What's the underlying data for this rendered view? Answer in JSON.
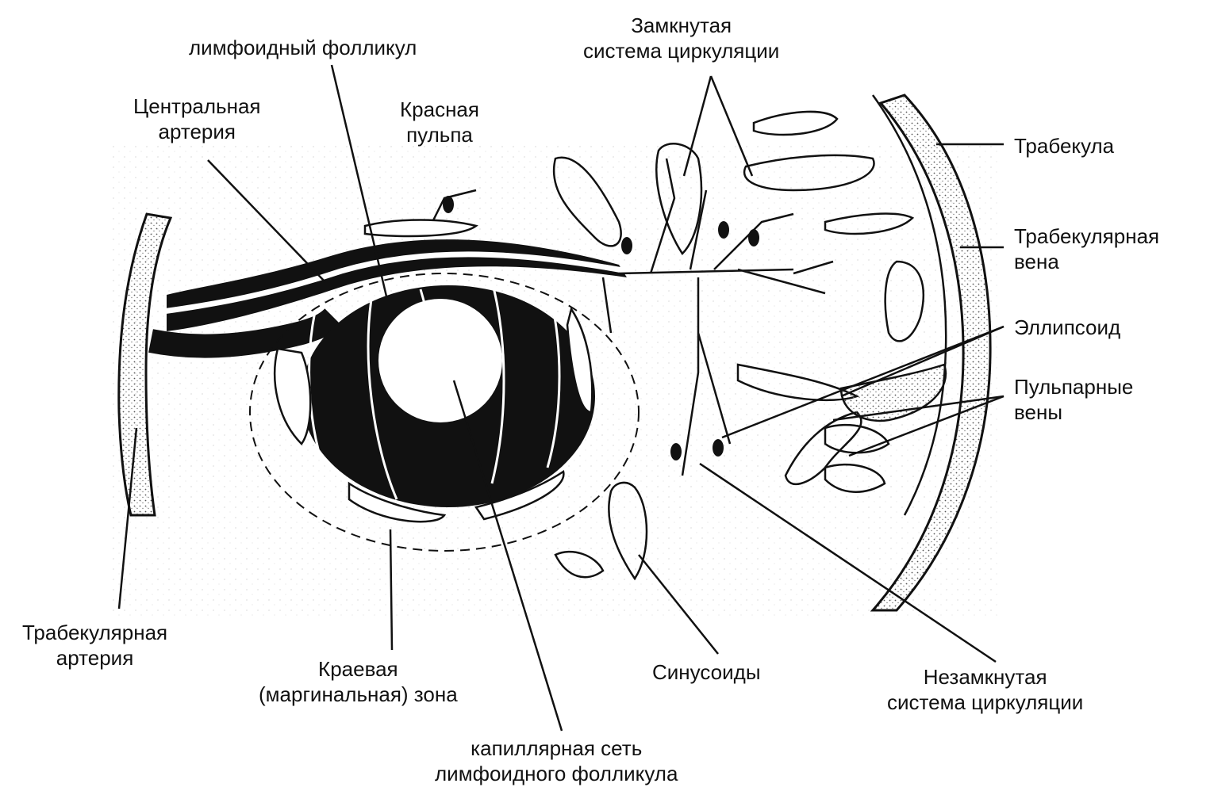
{
  "labels": {
    "lymphoid_follicle": "лимфоидный фолликул",
    "central_artery": [
      "Центральная",
      "артерия"
    ],
    "red_pulp": [
      "Красная",
      "пульпа"
    ],
    "closed_circulation": [
      "Замкнутая",
      "система циркуляции"
    ],
    "trabecula": "Трабекула",
    "trabecular_vein": [
      "Трабекулярная",
      "вена"
    ],
    "ellipsoid": "Эллипсоид",
    "pulp_veins": [
      "Пульпарные",
      "вены"
    ],
    "trabecular_artery": [
      "Трабекулярная",
      "артерия"
    ],
    "marginal_zone": [
      "Краевая",
      "(маргинальная) зона"
    ],
    "sinusoids": "Синусоиды",
    "open_circulation": [
      "Незамкнутая",
      "система циркуляции"
    ],
    "capillary_network": [
      "капиллярная сеть",
      "лимфоидного фолликула"
    ]
  },
  "colors": {
    "ink": "#111111",
    "stipple": "#8a8a8a",
    "background": "#ffffff"
  }
}
